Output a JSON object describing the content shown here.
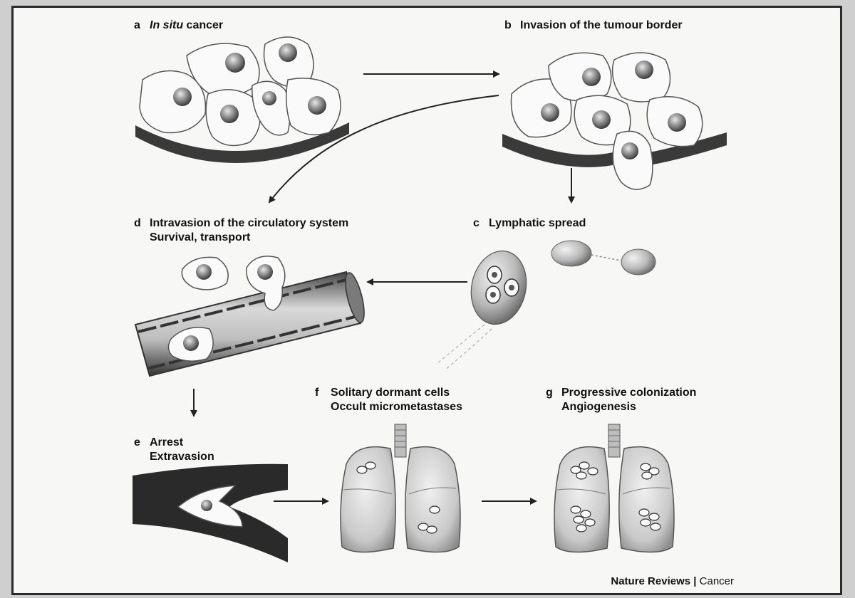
{
  "panels": {
    "a": {
      "letter": "a",
      "title_italic": "In situ",
      "title_rest": " cancer"
    },
    "b": {
      "letter": "b",
      "title": "Invasion of the tumour border"
    },
    "c": {
      "letter": "c",
      "title": "Lymphatic spread"
    },
    "d": {
      "letter": "d",
      "title": "Intravasion of the circulatory system",
      "subtitle": "Survival, transport"
    },
    "e": {
      "letter": "e",
      "title": "Arrest",
      "subtitle": "Extravasion"
    },
    "f": {
      "letter": "f",
      "title": "Solitary dormant cells",
      "subtitle": "Occult micrometastases"
    },
    "g": {
      "letter": "g",
      "title": "Progressive colonization",
      "subtitle": "Angiogenesis"
    }
  },
  "credit": {
    "journal": "Nature Reviews",
    "separator": " | ",
    "section": "Cancer"
  }
}
